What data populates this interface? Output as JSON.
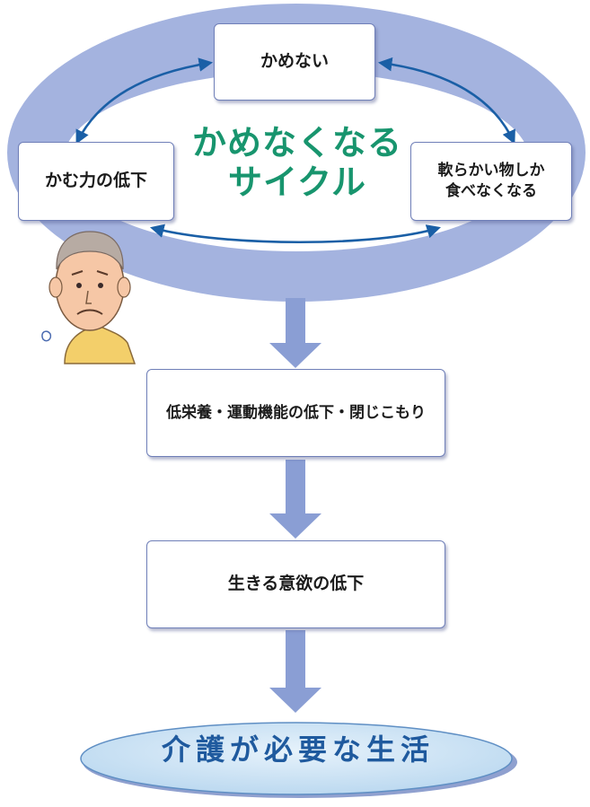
{
  "cycle": {
    "title": "かめなくなる\nサイクル",
    "nodes": {
      "top": "かめない",
      "right": "軟らかい物しか\n食べなくなる",
      "left": "かむ力の低下"
    }
  },
  "steps": [
    "低栄養・運動機能の低下・閉じこもり",
    "生きる意欲の低下"
  ],
  "result": "介護が必要な生活",
  "colors": {
    "cycle_ellipse": "#a4b3df",
    "inner_ellipse": "#ffffff",
    "cycle_arrow": "#1a5fa6",
    "flow_arrow": "#8a9ed4",
    "title_text": "#18956e",
    "result_fill": "#cfe4f5",
    "result_text": "#1f5a9e"
  }
}
